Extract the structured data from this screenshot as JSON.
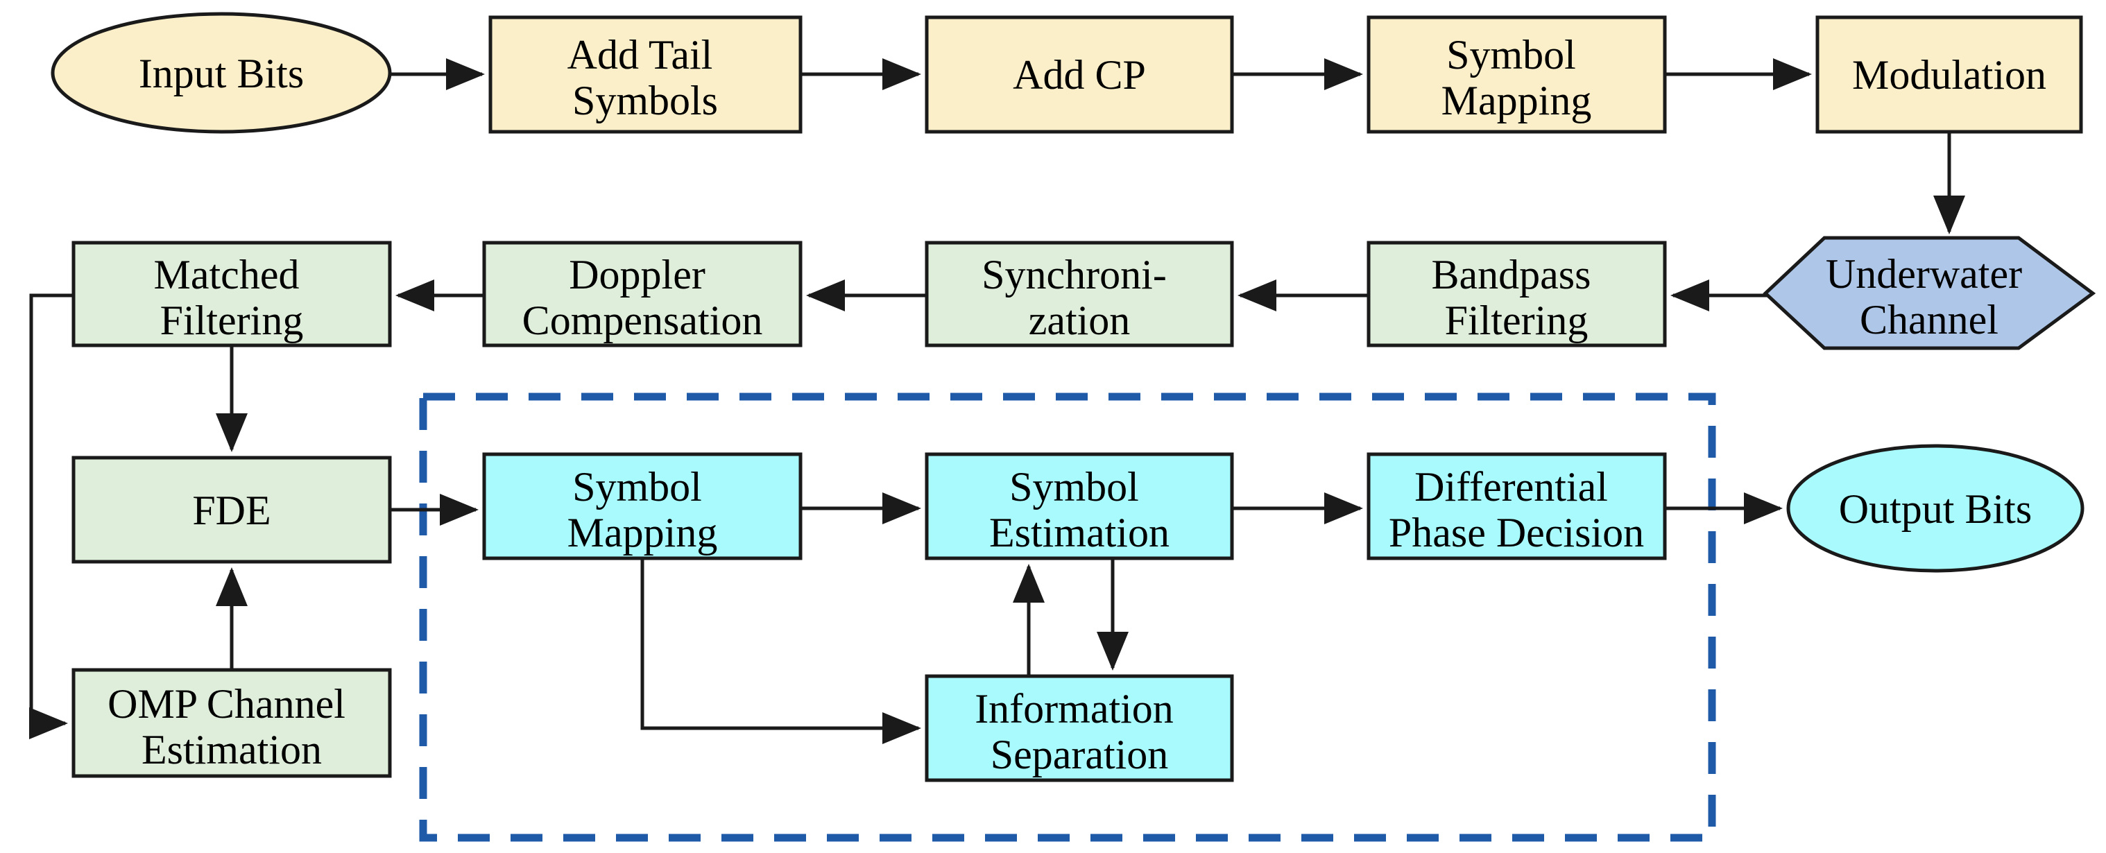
{
  "diagram": {
    "description": "Flow chart of an underwater acoustic communication transceiver",
    "colors": {
      "transmitter_block_fill": "#FBEFC9",
      "receiver_block_fill": "#DFEEDA",
      "iterative_block_fill": "#A9FAFD",
      "channel_block_fill": "#AEC6E8",
      "outline": "#1a1a1a",
      "arrow": "#1a1a1a",
      "dashed_group_border": "#1E5AA8",
      "background": "#ffffff"
    },
    "nodes": {
      "input_bits": {
        "label": "Input Bits",
        "shape": "ellipse"
      },
      "add_tail_symbols": {
        "line1": "Add Tail",
        "line2": "Symbols",
        "shape": "rect"
      },
      "add_cp": {
        "label": "Add CP",
        "shape": "rect"
      },
      "symbol_mapping_tx": {
        "line1": "Symbol",
        "line2": "Mapping",
        "shape": "rect"
      },
      "modulation": {
        "label": "Modulation",
        "shape": "rect"
      },
      "underwater_channel": {
        "line1": "Underwater",
        "line2": "Channel",
        "shape": "hexagon"
      },
      "bandpass_filtering": {
        "line1": "Bandpass",
        "line2": "Filtering",
        "shape": "rect"
      },
      "synchronization": {
        "line1": "Synchroni-",
        "line2": "zation",
        "shape": "rect"
      },
      "doppler_compensation": {
        "line1": "Doppler",
        "line2": "Compensation",
        "shape": "rect"
      },
      "matched_filtering": {
        "line1": "Matched",
        "line2": "Filtering",
        "shape": "rect"
      },
      "fde": {
        "label": "FDE",
        "shape": "rect"
      },
      "omp_channel_estimation": {
        "line1": "OMP Channel",
        "line2": "Estimation",
        "shape": "rect"
      },
      "symbol_mapping_rx": {
        "line1": "Symbol",
        "line2": "Mapping",
        "shape": "rect"
      },
      "symbol_estimation": {
        "line1": "Symbol",
        "line2": "Estimation",
        "shape": "rect"
      },
      "differential_phase_decision": {
        "line1": "Differential",
        "line2": "Phase Decision",
        "shape": "rect"
      },
      "information_separation": {
        "line1": "Information",
        "line2": "Separation",
        "shape": "rect"
      },
      "output_bits": {
        "label": "Output Bits",
        "shape": "ellipse"
      }
    },
    "edges": [
      {
        "from": "input_bits",
        "to": "add_tail_symbols"
      },
      {
        "from": "add_tail_symbols",
        "to": "add_cp"
      },
      {
        "from": "add_cp",
        "to": "symbol_mapping_tx"
      },
      {
        "from": "symbol_mapping_tx",
        "to": "modulation"
      },
      {
        "from": "modulation",
        "to": "underwater_channel"
      },
      {
        "from": "underwater_channel",
        "to": "bandpass_filtering"
      },
      {
        "from": "bandpass_filtering",
        "to": "synchronization"
      },
      {
        "from": "synchronization",
        "to": "doppler_compensation"
      },
      {
        "from": "doppler_compensation",
        "to": "matched_filtering"
      },
      {
        "from": "matched_filtering",
        "to": "fde"
      },
      {
        "from": "matched_filtering",
        "to": "omp_channel_estimation"
      },
      {
        "from": "omp_channel_estimation",
        "to": "fde"
      },
      {
        "from": "fde",
        "to": "symbol_mapping_rx"
      },
      {
        "from": "symbol_mapping_rx",
        "to": "symbol_estimation"
      },
      {
        "from": "symbol_mapping_rx",
        "to": "information_separation"
      },
      {
        "from": "symbol_estimation",
        "to": "information_separation"
      },
      {
        "from": "information_separation",
        "to": "symbol_estimation"
      },
      {
        "from": "symbol_estimation",
        "to": "differential_phase_decision"
      },
      {
        "from": "differential_phase_decision",
        "to": "output_bits"
      }
    ],
    "groups": {
      "dashed_group": {
        "label": "",
        "style": "dashed-blue-rectangle"
      }
    }
  }
}
